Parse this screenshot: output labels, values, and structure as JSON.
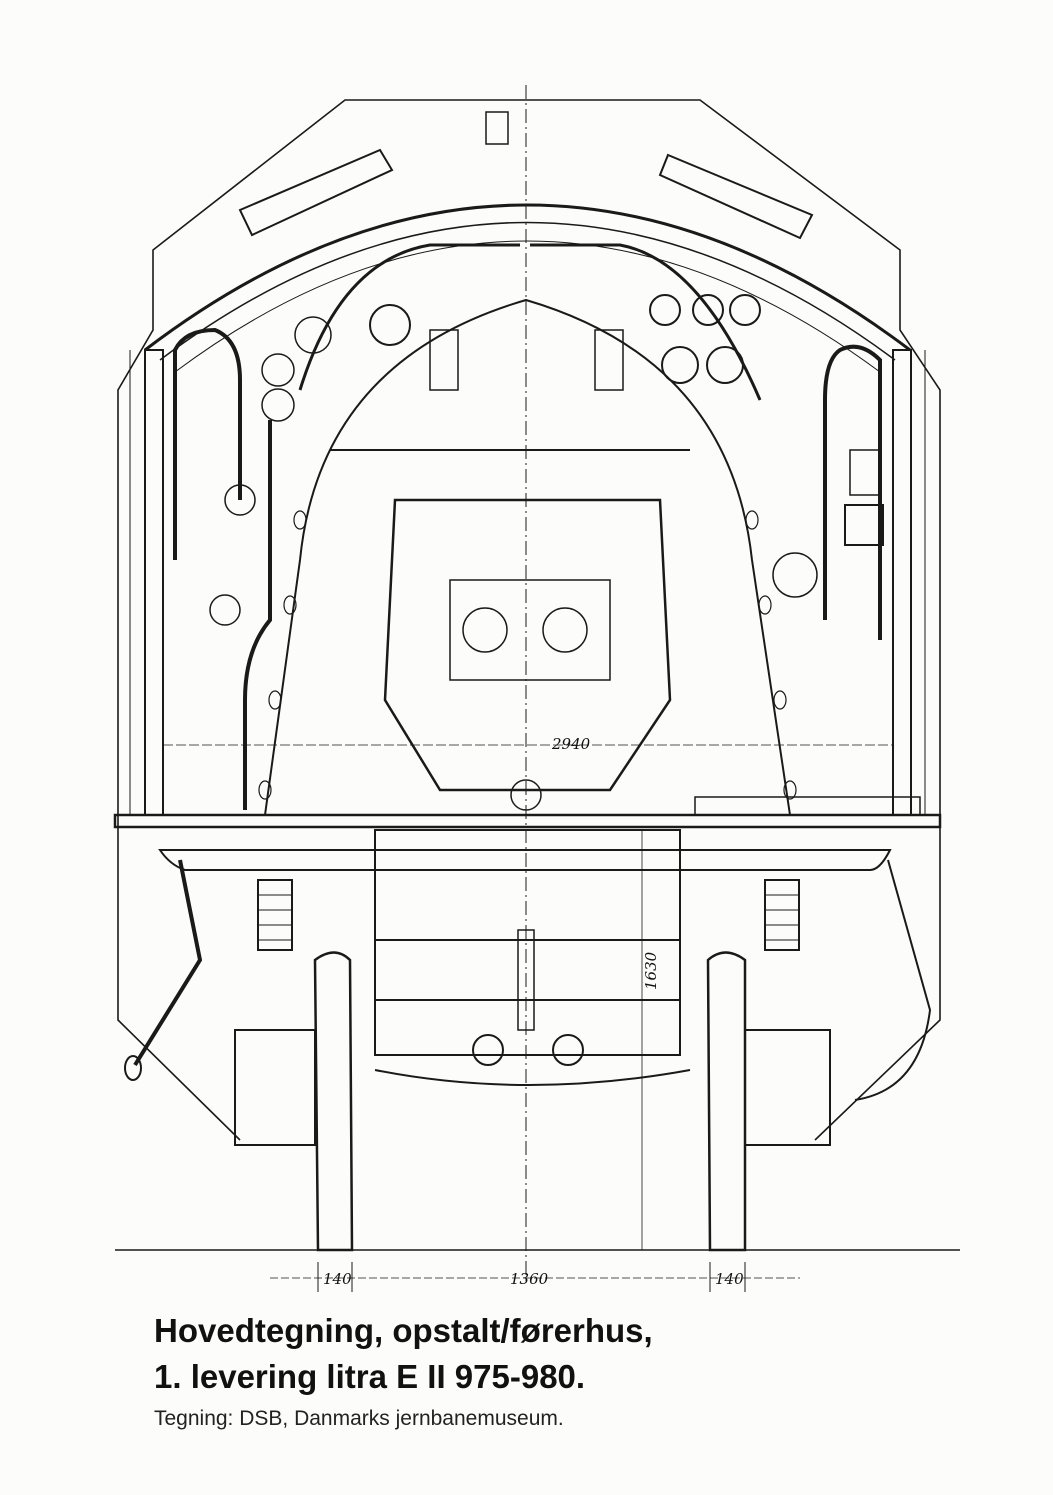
{
  "drawing": {
    "dimensions": {
      "inner_width": "2940",
      "underframe_height": "1630",
      "flange_left": "140",
      "gauge": "1360",
      "flange_right": "140"
    }
  },
  "caption": {
    "title_line1": "Hovedtegning, opstalt/førerhus,",
    "title_line2": "1. levering litra E II 975-980.",
    "credit": "Tegning: DSB, Danmarks jernbanemuseum."
  }
}
